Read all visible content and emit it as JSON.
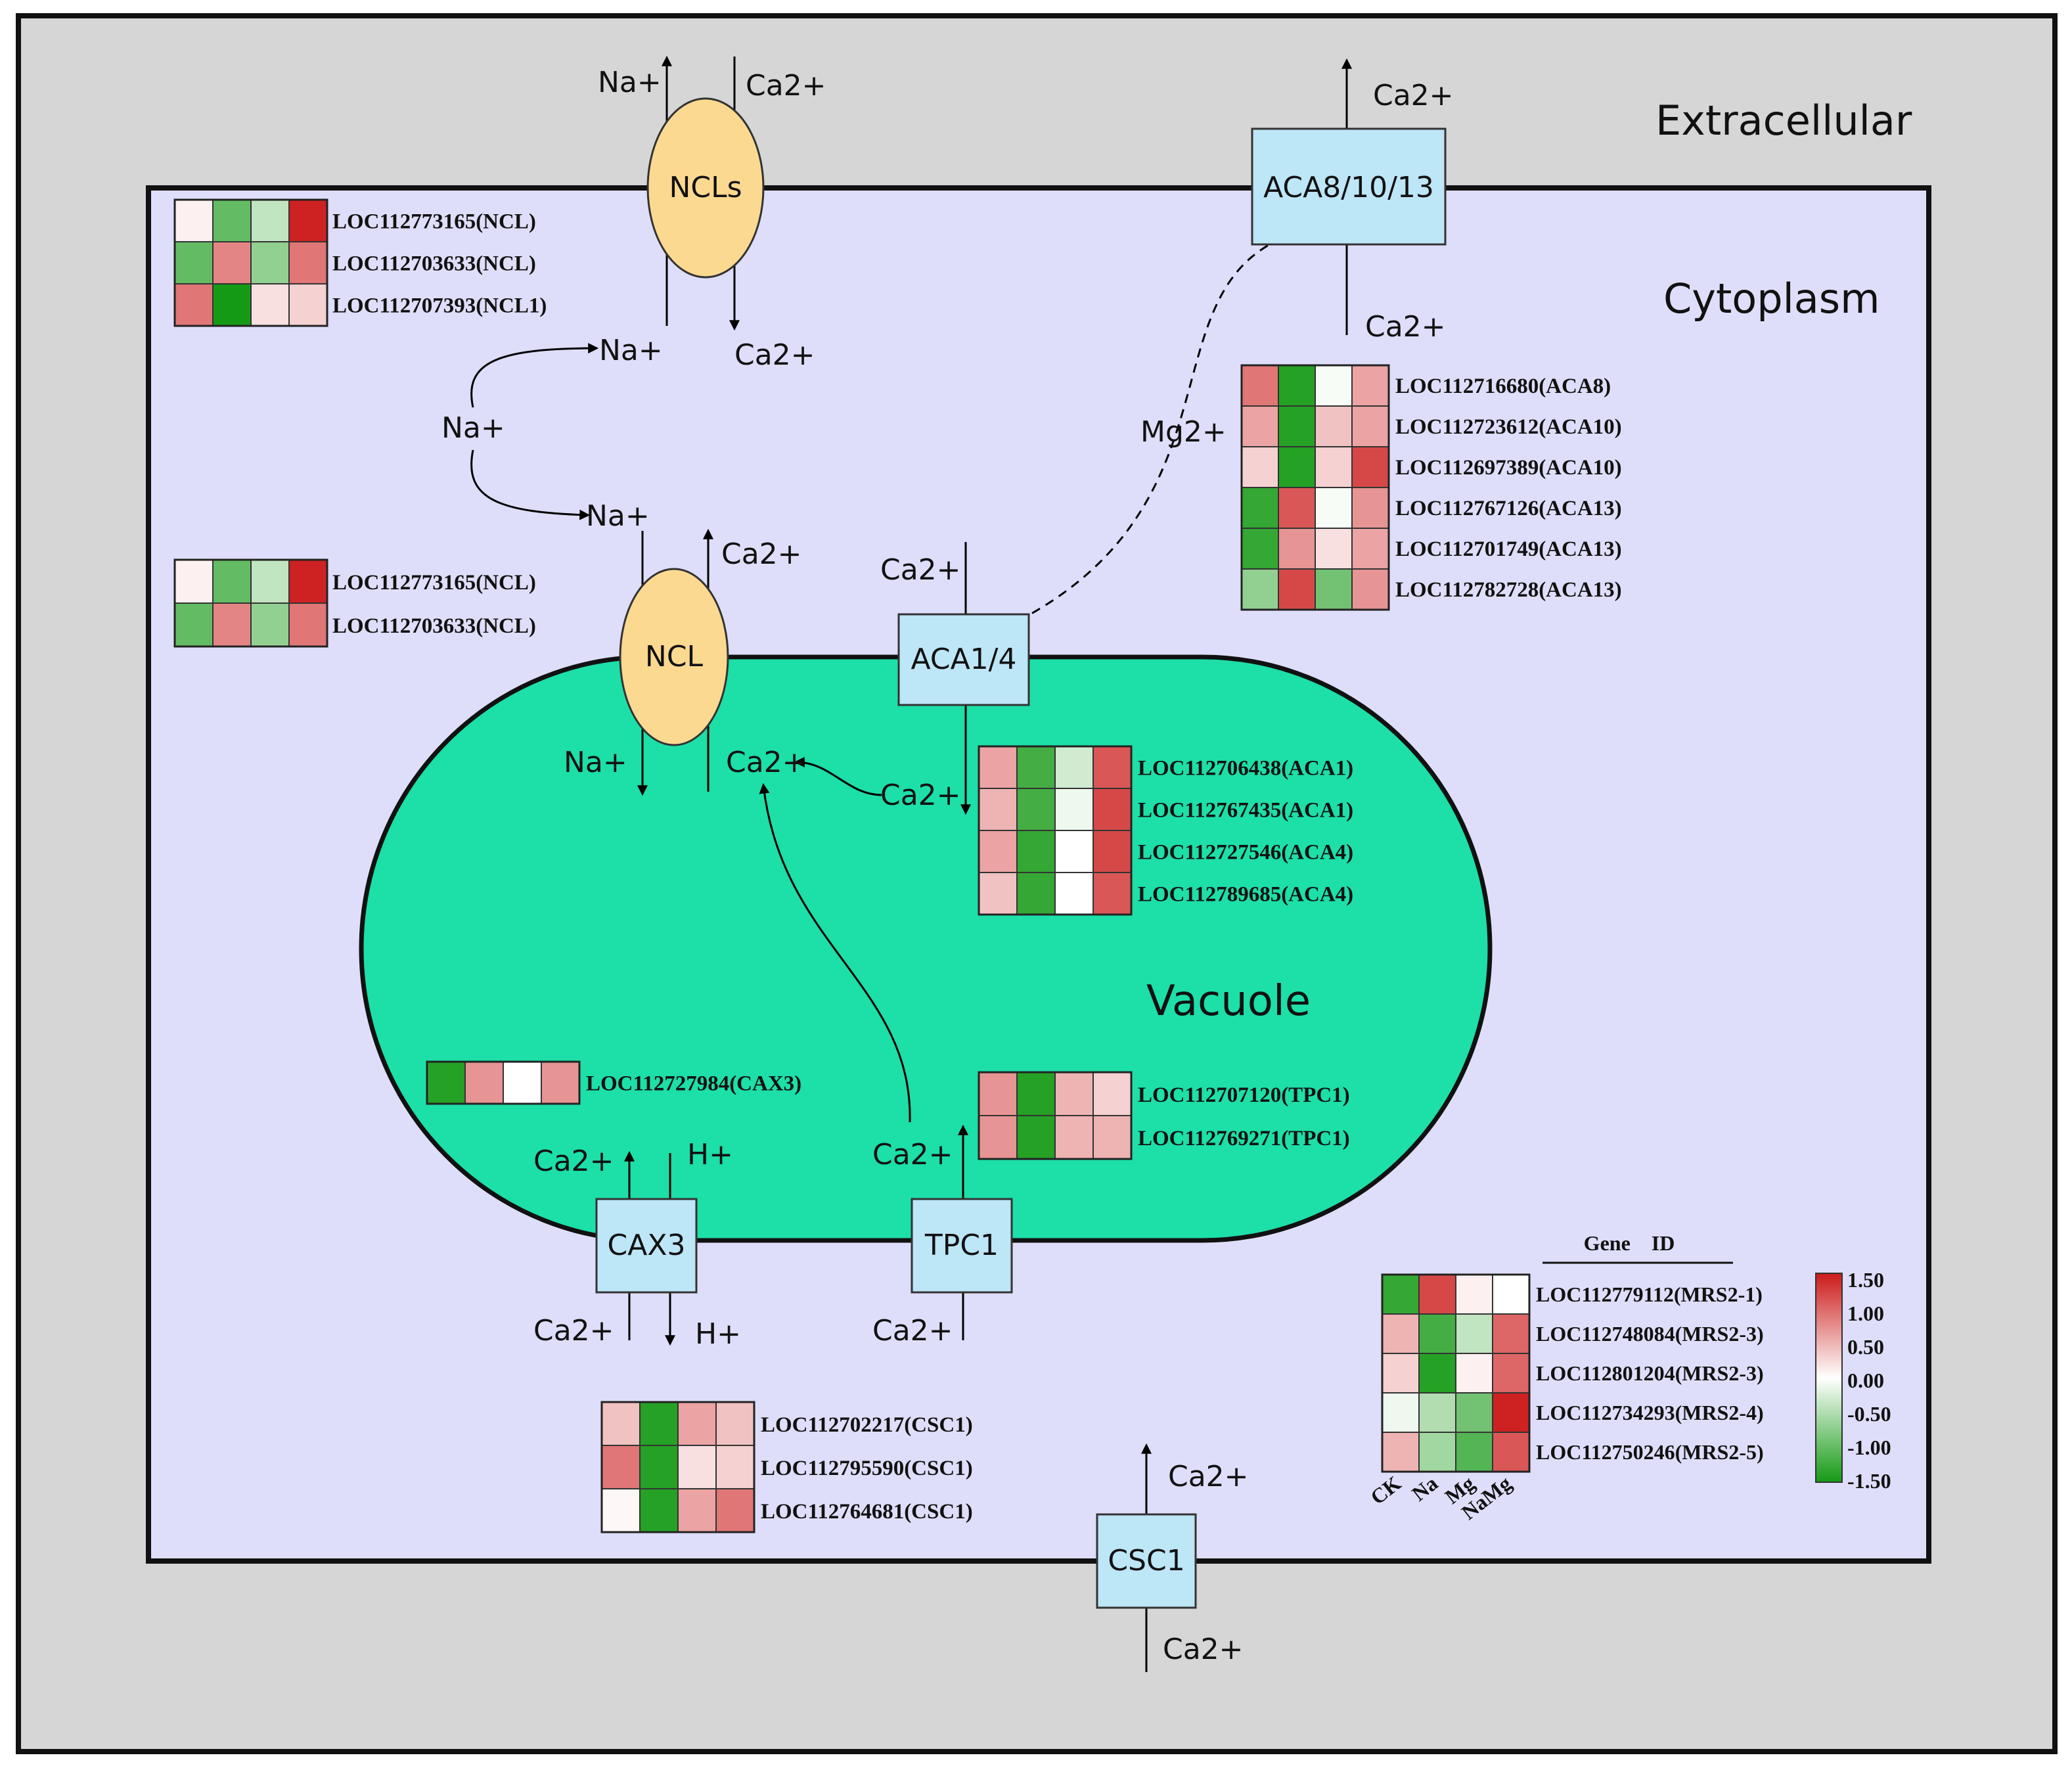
{
  "compartments": {
    "extracellular": "Extracellular",
    "cytoplasm": "Cytoplasm",
    "vacuole": "Vacuole"
  },
  "transporters": {
    "ncls": "NCLs",
    "ncl": "NCL",
    "aca81013": "ACA8/10/13",
    "aca14": "ACA1/4",
    "cax3": "CAX3",
    "tpc1": "TPC1",
    "csc1": "CSC1"
  },
  "ions": {
    "na": "Na+",
    "ca": "Ca2+",
    "mg": "Mg2+",
    "h": "H+"
  },
  "colors": {
    "outer_bg": "#d6d6d6",
    "cytoplasm": "#dedefa",
    "vacuole": "#1ddfa8",
    "transporter_box": "#bde6f7",
    "channel_oval": "#fcd990",
    "red_max": "#cc1a1a",
    "green_max": "#159a15"
  },
  "heatmaps": {
    "ncls": {
      "genes": [
        "LOC112773165(NCL)",
        "LOC112703633(NCL)",
        "LOC112707393(NCL1)"
      ],
      "values": [
        [
          0.1,
          -1.0,
          -0.4,
          1.45
        ],
        [
          -1.0,
          0.8,
          -0.7,
          0.9
        ],
        [
          0.9,
          -1.5,
          0.2,
          0.3
        ]
      ]
    },
    "ncl": {
      "genes": [
        "LOC112773165(NCL)",
        "LOC112703633(NCL)"
      ],
      "values": [
        [
          0.1,
          -1.0,
          -0.4,
          1.45
        ],
        [
          -1.0,
          0.8,
          -0.7,
          0.9
        ]
      ]
    },
    "aca81013": {
      "genes": [
        "LOC112716680(ACA8)",
        "LOC112723612(ACA10)",
        "LOC112697389(ACA10)",
        "LOC112767126(ACA13)",
        "LOC112701749(ACA13)",
        "LOC112782728(ACA13)"
      ],
      "values": [
        [
          0.9,
          -1.4,
          -0.05,
          0.6
        ],
        [
          0.6,
          -1.4,
          0.4,
          0.6
        ],
        [
          0.3,
          -1.4,
          0.3,
          1.2
        ],
        [
          -1.3,
          1.1,
          -0.05,
          0.7
        ],
        [
          -1.3,
          0.7,
          0.2,
          0.6
        ],
        [
          -0.7,
          1.2,
          -0.9,
          0.7
        ]
      ]
    },
    "aca14": {
      "genes": [
        "LOC112706438(ACA1)",
        "LOC112767435(ACA1)",
        "LOC112727546(ACA4)",
        "LOC112789685(ACA4)"
      ],
      "values": [
        [
          0.6,
          -1.2,
          -0.3,
          1.1
        ],
        [
          0.5,
          -1.2,
          -0.1,
          1.2
        ],
        [
          0.6,
          -1.3,
          0.0,
          1.2
        ],
        [
          0.4,
          -1.3,
          0.0,
          1.1
        ]
      ]
    },
    "cax3": {
      "genes": [
        "LOC112727984(CAX3)"
      ],
      "values": [
        [
          -1.4,
          0.7,
          0.0,
          0.7
        ]
      ]
    },
    "tpc1": {
      "genes": [
        "LOC112707120(TPC1)",
        "LOC112769271(TPC1)"
      ],
      "values": [
        [
          0.7,
          -1.4,
          0.5,
          0.3
        ],
        [
          0.7,
          -1.4,
          0.5,
          0.5
        ]
      ]
    },
    "csc1": {
      "genes": [
        "LOC112702217(CSC1)",
        "LOC112795590(CSC1)",
        "LOC112764681(CSC1)"
      ],
      "values": [
        [
          0.4,
          -1.4,
          0.6,
          0.4
        ],
        [
          0.9,
          -1.4,
          0.2,
          0.3
        ],
        [
          0.05,
          -1.4,
          0.6,
          0.9
        ]
      ]
    },
    "mrs2": {
      "genes": [
        "LOC112779112(MRS2-1)",
        "LOC112748084(MRS2-3)",
        "LOC112801204(MRS2-3)",
        "LOC112734293(MRS2-4)",
        "LOC112750246(MRS2-5)"
      ],
      "values": [
        [
          -1.3,
          1.2,
          0.1,
          0.0
        ],
        [
          0.5,
          -1.2,
          -0.4,
          1.0
        ],
        [
          0.3,
          -1.4,
          0.1,
          1.0
        ],
        [
          -0.1,
          -0.5,
          -0.9,
          1.45
        ],
        [
          0.5,
          -0.6,
          -1.1,
          1.1
        ]
      ]
    }
  },
  "legend": {
    "header": "Gene    ID",
    "conditions": [
      "CK",
      "Na",
      "Mg",
      "NaMg"
    ],
    "scale": [
      "1.50",
      "1.00",
      "0.50",
      "0.00",
      "-0.50",
      "-1.00",
      "-1.50"
    ],
    "range": [
      -1.5,
      1.5
    ]
  }
}
